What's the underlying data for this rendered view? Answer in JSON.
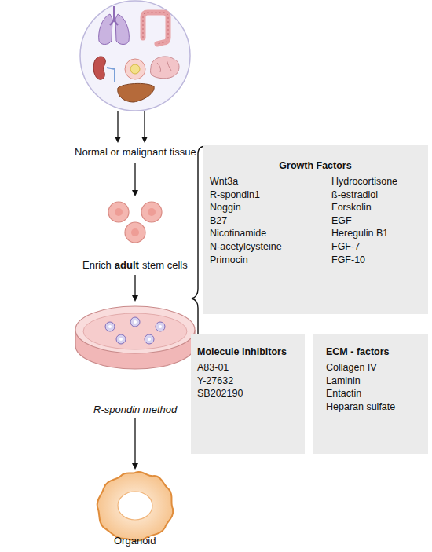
{
  "diagram": {
    "nodes": [
      {
        "text": [
          "Growth Factors",
          "Wnt3a",
          "R-spondin1",
          "Noggin",
          "B27",
          "Nicotinamide",
          "N-acetylcysteine",
          "Primocin",
          "Hydrocortisone",
          "ß-estradiol",
          "Forskolin",
          "EGF",
          "Heregulin B1",
          "FGF-7",
          "FGF-10"
        ]
      },
      {
        "text": [
          "Molecule inhibitors",
          "A83-01",
          "Y-27632",
          "SB202190"
        ]
      },
      {
        "text": [
          "ECM - factors",
          "Collagen IV",
          "Laminin",
          "Entactin",
          "Heparan sulfate"
        ]
      }
    ],
    "labels": [
      "Normal or malignant tissue",
      "Enrich",
      "adult",
      "stem cells",
      "R-spondin method",
      "Organoid"
    ]
  }
}
